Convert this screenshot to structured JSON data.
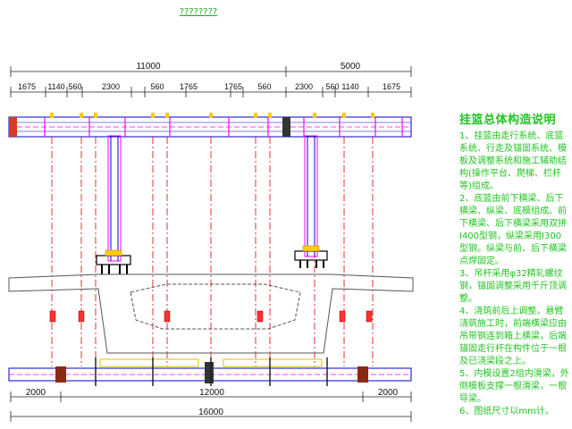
{
  "drawing_title": "????????",
  "top_dims": {
    "total_left": "11000",
    "total_right": "5000",
    "segments": [
      "1675",
      "1140",
      "560",
      "2300",
      "560",
      "1765",
      "1765",
      "560",
      "2300",
      "560",
      "1140",
      "1675"
    ]
  },
  "bottom_dims": {
    "left": "2000",
    "middle": "12000",
    "right": "2000",
    "total": "16000"
  },
  "notes": {
    "title": "挂篮总体构造说明",
    "items": [
      "1、挂篮由走行系统、底篮系统、行走及锚固系统、模板及调整系统和施工辅助结构(操作平台、爬梯、栏杆等)组成。",
      "2、底篮由前下横梁、后下横梁、纵梁、底模组成。前下横梁、后下横梁采用双拼I400型钢，纵梁采用I300型钢。纵梁与前、后下横梁点焊固定。",
      "3、吊杆采用φ32精轧螺纹钢，锚固调整采用千斤顶调整。",
      "4、浇筑前后上调整。悬臂浇筑施工时，前端横梁应由吊带钢连到箱上横梁，后端锚固走行杆在构件位于一根及已浇梁段之上。",
      "5、内模设置2组内滑梁，外侧模板支撑一根滑梁，一根导梁。",
      "6、图纸尺寸以mm计。"
    ]
  }
}
